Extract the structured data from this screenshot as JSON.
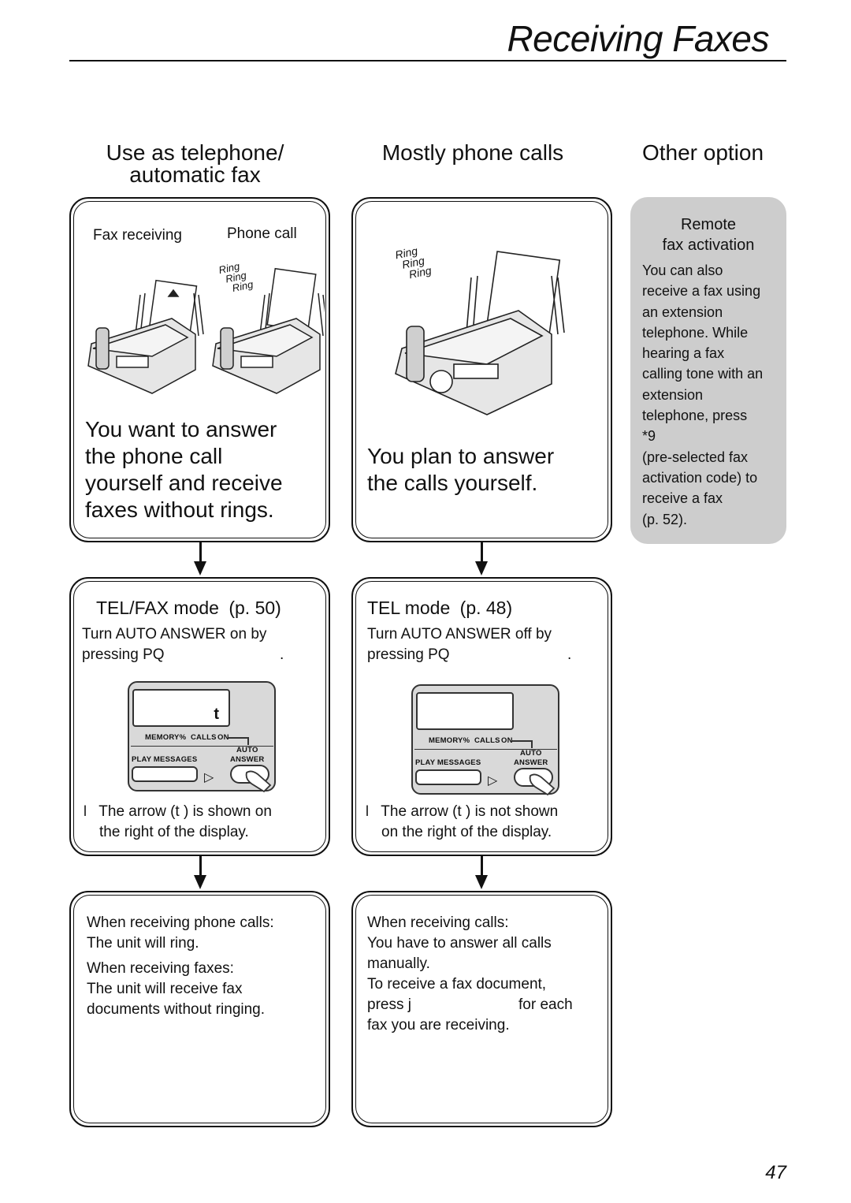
{
  "header": {
    "title": "Receiving Faxes"
  },
  "columns": {
    "col1": {
      "heading_line1": "Use as telephone/",
      "heading_line2": "automatic fax",
      "illustration_labels": {
        "fax": "Fax receiving",
        "phone": "Phone call",
        "ring": "Ring"
      },
      "description": [
        "You want to answer",
        "the phone call",
        "yourself and receive",
        "faxes without rings."
      ],
      "mode": {
        "name": "TEL/FAX mode",
        "page": "(p. 50)"
      },
      "instruction": {
        "line1": "Turn AUTO ANSWER on by",
        "line2_start": "pressing PQ",
        "line2_end": "."
      },
      "display_marker": "t",
      "note": {
        "bullet": "l",
        "line1": "The arrow (t ) is shown on",
        "line2": "the right of the display."
      },
      "result": [
        "When receiving phone calls:",
        "The unit will ring.",
        "When receiving faxes:",
        "The unit will receive fax",
        "documents without ringing."
      ]
    },
    "col2": {
      "heading": "Mostly phone calls",
      "illustration_labels": {
        "ring": "Ring"
      },
      "description": [
        "You plan to answer",
        "the calls yourself."
      ],
      "mode": {
        "name": "TEL mode",
        "page": "(p. 48)"
      },
      "instruction": {
        "line1": "Turn AUTO ANSWER off by",
        "line2_start": "pressing PQ",
        "line2_end": "."
      },
      "note": {
        "bullet": "l",
        "line1": "The arrow (t ) is not shown",
        "line2": "on the right of the display."
      },
      "result": {
        "line1": "When receiving calls:",
        "line2": "You have to answer all calls",
        "line3": "manually.",
        "line4": "To receive a fax document,",
        "line5_start": "press j",
        "line5_end": "for each",
        "line6": "fax you are receiving."
      }
    },
    "col3": {
      "heading": "Other option",
      "box_title_line1": "Remote",
      "box_title_line2": "fax activation",
      "body": [
        "You can also",
        "receive a fax using",
        "an extension",
        "telephone. While",
        "hearing a fax",
        "calling tone with an",
        "extension",
        "telephone, press",
        "*9",
        "(pre-selected fax",
        "activation code) to",
        "receive a fax",
        "(p. 52)."
      ]
    }
  },
  "panel_labels": {
    "memory": "MEMORY%",
    "calls": "CALLS",
    "on": "ON",
    "auto": "AUTO",
    "answer": "ANSWER",
    "play_messages": "PLAY MESSAGES"
  },
  "footer": {
    "page_number": "47"
  }
}
